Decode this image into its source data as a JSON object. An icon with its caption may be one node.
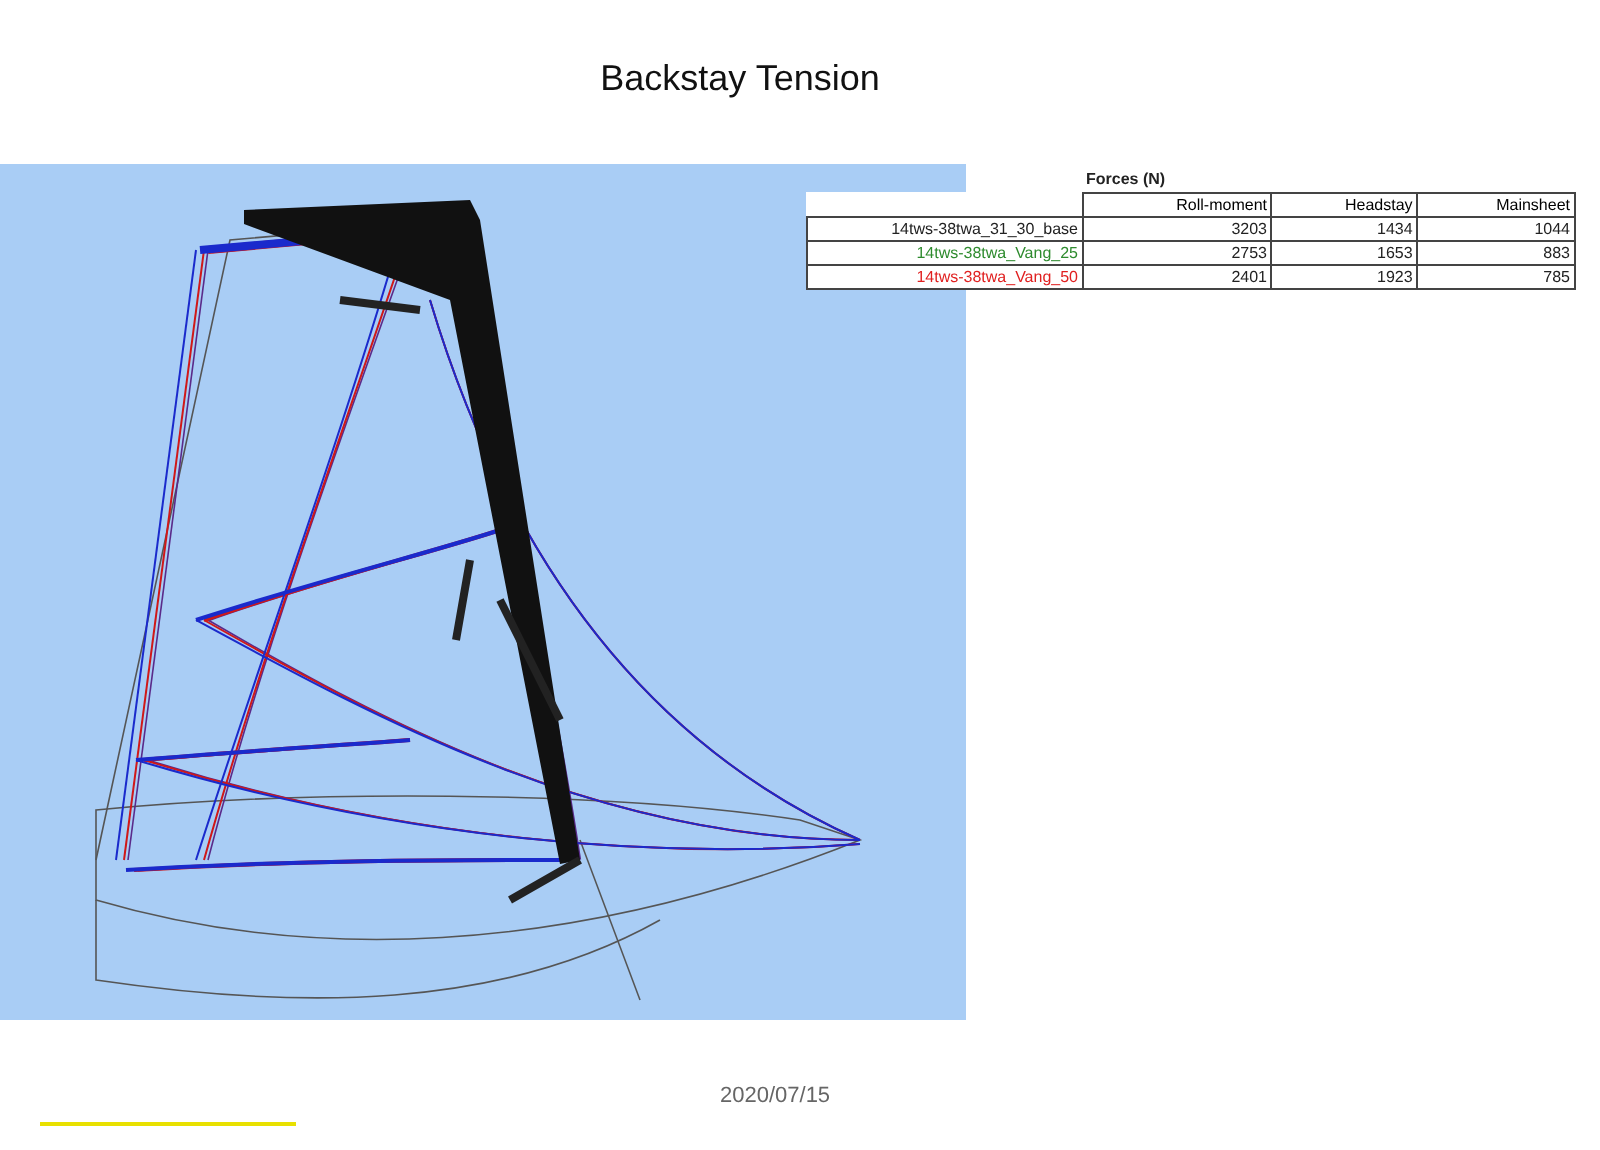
{
  "diagram": {
    "title": "Backstay Tension",
    "labels": [
      "Forces (N)",
      "Roll-moment",
      "Headstay",
      "Mainsheet",
      "14tws-38twa_31_30_base",
      "3203",
      "1434",
      "1044",
      "14tws-38twa_Vang_25",
      "2753",
      "1653",
      "883",
      "14tws-38twa_Vang_50",
      "2401",
      "1923",
      "785",
      "2020/07/15"
    ]
  }
}
